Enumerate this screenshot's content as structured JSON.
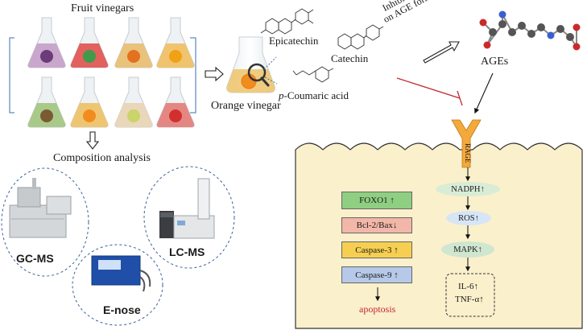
{
  "top": {
    "fruit_vinegars_label": "Fruit vinegars",
    "orange_vinegar_label": "Orange vinegar",
    "composition_label": "Composition analysis",
    "age_label": "AGEs",
    "inhibitory_label_1": "Inhibitory effect",
    "inhibitory_label_2": "on AGE formation"
  },
  "compounds": {
    "epicatechin": "Epicatechin",
    "catechin": "Catechin",
    "coumaric_prefix": "p",
    "coumaric_rest": "-Coumaric acid"
  },
  "flasks": [
    {
      "fruit": "grape-icon",
      "liquid": "#c9a7cc"
    },
    {
      "fruit": "watermelon-icon",
      "liquid": "#e2615f"
    },
    {
      "fruit": "persimmon-icon",
      "liquid": "#e9c27b"
    },
    {
      "fruit": "mango-icon",
      "liquid": "#f0c46e"
    },
    {
      "fruit": "kiwi-icon",
      "liquid": "#a9c98a"
    },
    {
      "fruit": "orange-icon",
      "liquid": "#eec672"
    },
    {
      "fruit": "pear-icon",
      "liquid": "#ead6b8"
    },
    {
      "fruit": "apple-icon",
      "liquid": "#e48783"
    }
  ],
  "instruments": {
    "gcms": "GC-MS",
    "lcms": "LC-MS",
    "enose": "E-nose"
  },
  "cell": {
    "receptor": "RAGE",
    "left_pathway": [
      {
        "label": "FOXO1 ↑",
        "color": "#8fcf82"
      },
      {
        "label": "Bcl-2/Bax↓",
        "color": "#f2b7a8"
      },
      {
        "label": "Caspase-3 ↑",
        "color": "#f6cf52"
      },
      {
        "label": "Caspase-9 ↑",
        "color": "#b6c9e8"
      }
    ],
    "apoptosis": "apoptosis",
    "right_pathway": [
      {
        "label": "NADPH↑",
        "color": "#d9ecd6"
      },
      {
        "label": "ROS↑",
        "color": "#d7e6f6"
      },
      {
        "label": "MAPK↑",
        "color": "#cfe6cf"
      }
    ],
    "cytokines": [
      "IL-6↑",
      "TNF-α↑"
    ]
  },
  "colors": {
    "cell_fill": "#fbf0cc",
    "receptor_fill": "#f3a93c",
    "inhibit_line": "#c0282b",
    "apoptosis_text": "#c0282b"
  }
}
